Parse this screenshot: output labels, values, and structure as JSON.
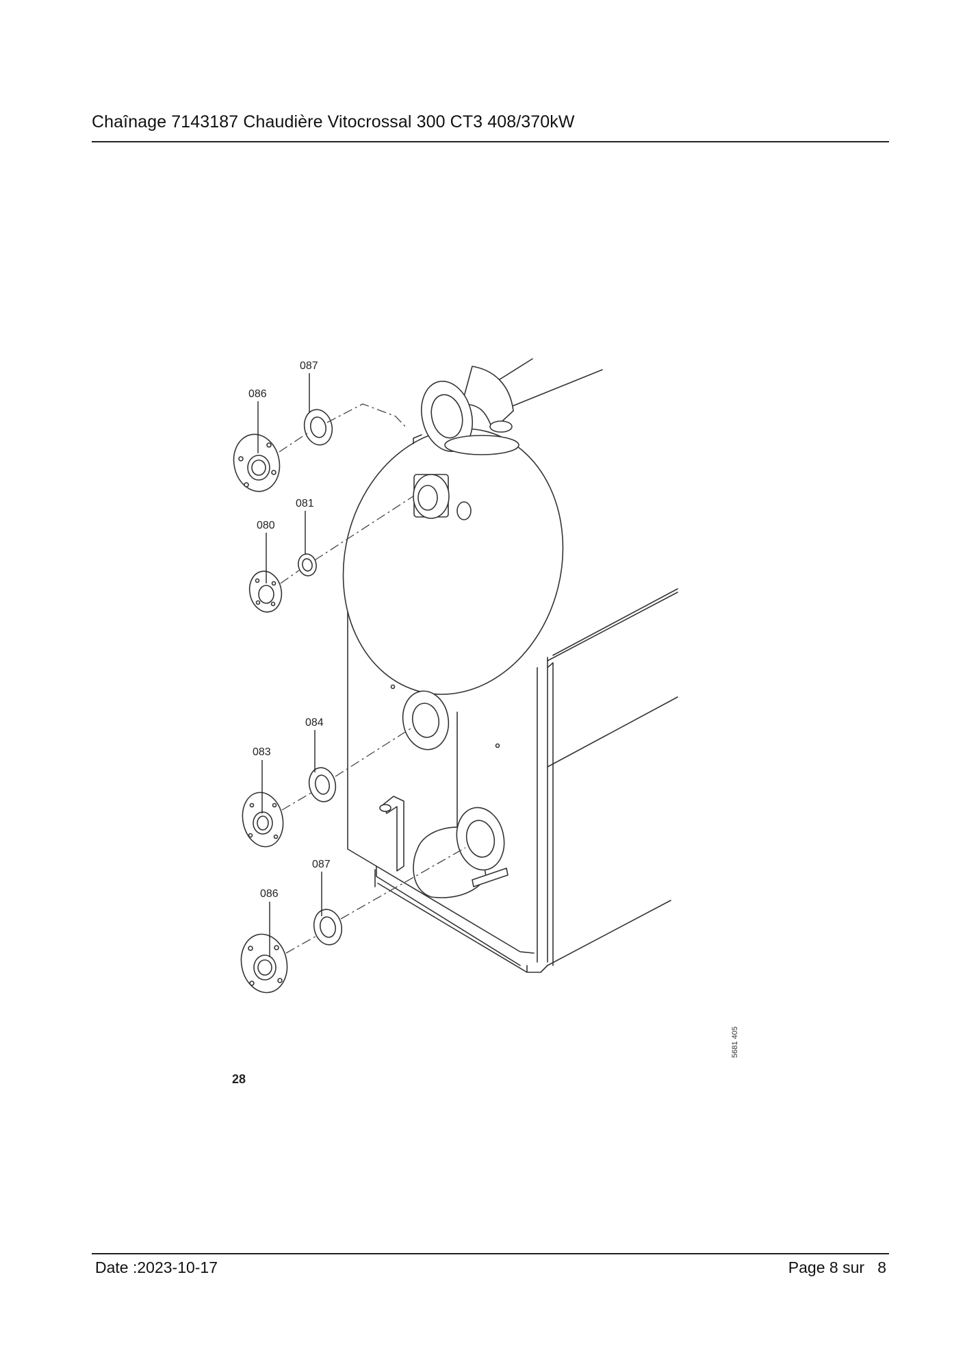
{
  "header": {
    "title": "Chaînage 7143187 Chaudière Vitocrossal 300 CT3 408/370kW"
  },
  "figure": {
    "number": "28",
    "drawing_code": "5681 405",
    "callouts": [
      "087",
      "086",
      "081",
      "080",
      "084",
      "083",
      "087",
      "086"
    ]
  },
  "footer": {
    "date": "Date :2023-10-17",
    "page": "Page 8 sur   8"
  }
}
